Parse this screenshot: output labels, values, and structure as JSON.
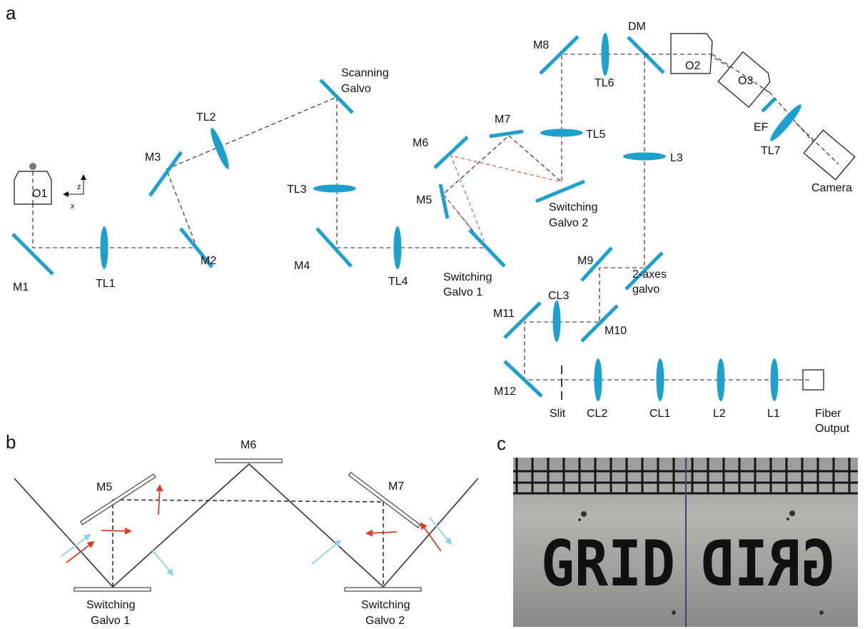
{
  "panels": {
    "a": "a",
    "b": "b",
    "c": "c"
  },
  "a": {
    "M1": "M1",
    "M2": "M2",
    "M3": "M3",
    "M4": "M4",
    "M5": "M5",
    "M6": "M6",
    "M7": "M7",
    "M8": "M8",
    "M9": "M9",
    "M10": "M10",
    "M11": "M11",
    "M12": "M12",
    "TL1": "TL1",
    "TL2": "TL2",
    "TL3": "TL3",
    "TL4": "TL4",
    "TL5": "TL5",
    "TL6": "TL6",
    "TL7": "TL7",
    "O1": "O1",
    "O2": "O2",
    "O3": "O3",
    "DM": "DM",
    "EF": "EF",
    "L1": "L1",
    "L2": "L2",
    "L3": "L3",
    "CL1": "CL1",
    "CL2": "CL2",
    "CL3": "CL3",
    "slit": "Slit",
    "camera": "Camera",
    "fiber_1": "Fiber",
    "fiber_2": "Output",
    "scan_1": "Scanning",
    "scan_2": "Galvo",
    "sg1_1": "Switching",
    "sg1_2": "Galvo 1",
    "sg2_1": "Switching",
    "sg2_2": "Galvo 2",
    "twoaxes_1": "2-axes",
    "twoaxes_2": "galvo",
    "axis_z": "z",
    "axis_x": "x"
  },
  "b": {
    "M5": "M5",
    "M6": "M6",
    "M7": "M7",
    "sg1_1": "Switching",
    "sg1_2": "Galvo 1",
    "sg2_1": "Switching",
    "sg2_2": "Galvo 2"
  },
  "c": {
    "left_text": "GRID",
    "right_text": "GRID"
  },
  "colors": {
    "optic": "#1ea0cc",
    "red": "#e03a22",
    "light_blue": "#8fd1e6"
  }
}
